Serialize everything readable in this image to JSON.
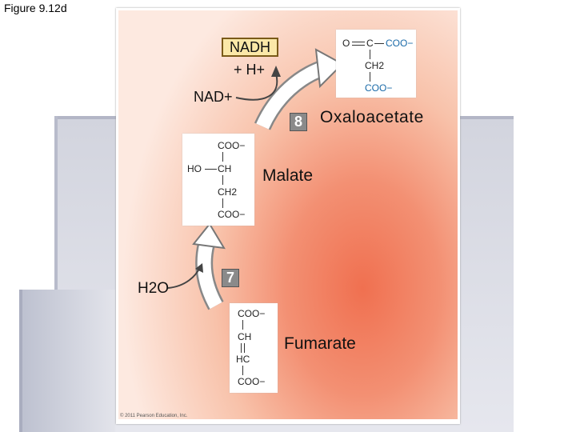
{
  "slide": {
    "title": "Figure 9.12d"
  },
  "figure": {
    "step8": {
      "badge": "8",
      "cofactor": "NADH",
      "proton": "+ H+",
      "oxidized_cofactor": "NAD+",
      "product_name": "Oxaloacetate",
      "product_structure": {
        "o_atom": "O",
        "c_atom": "C",
        "coo_top": "COO−",
        "ch2": "CH2",
        "coo_bottom": "COO−"
      }
    },
    "malate": {
      "name": "Malate",
      "structure": {
        "coo_top": "COO−",
        "ho": "HO",
        "ch": "CH",
        "ch2": "CH2",
        "coo_bottom": "COO−"
      }
    },
    "step7": {
      "badge": "7",
      "reactant": "H2O"
    },
    "fumarate": {
      "name": "Fumarate",
      "structure": {
        "coo_top": "COO−",
        "ch": "CH",
        "hc": "HC",
        "coo_bottom": "COO−"
      }
    },
    "copyright": "© 2011 Pearson Education, Inc."
  },
  "colors": {
    "gradient_core": "#f07050",
    "nadh_box_fill": "#fbe8a8",
    "step_badge": "#8a8a8a",
    "oxaloacetate_highlight": "#1a6aa8"
  }
}
